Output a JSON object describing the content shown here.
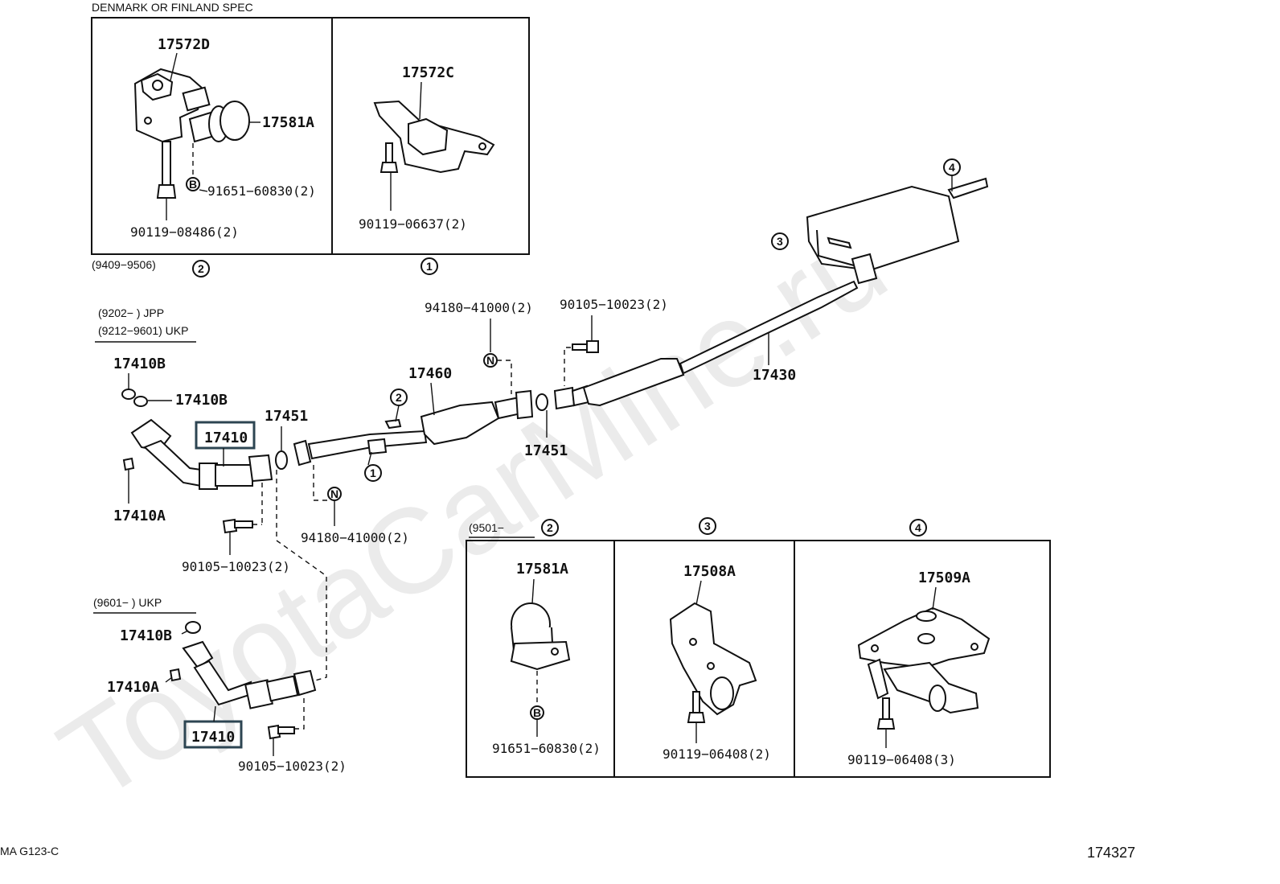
{
  "headers": {
    "denmark_spec": "DENMARK OR FINLAND SPEC",
    "date_9409": "(9409−9506)",
    "date_9202": "(9202−       ) JPP",
    "date_9212": "(9212−9601) UKP",
    "date_9601": "(9601−       ) UKP",
    "date_9501": "(9501−"
  },
  "circles": {
    "c1_top": "1",
    "c2_top": "2",
    "c1_pipe": "1",
    "c2_pipe": "2",
    "c3_tail": "3",
    "c4_tail": "4",
    "c2_box": "2",
    "c3_box": "3",
    "c4_box": "4",
    "b_top": "B",
    "b_box": "B",
    "n_top": "N",
    "n_bottom": "N"
  },
  "labels": {
    "p17572D": "17572D",
    "p17581A_top": "17581A",
    "p91651_top": "91651−60830(2)",
    "p90119_08486": "90119−08486(2)",
    "p17572C": "17572C",
    "p90119_06637": "90119−06637(2)",
    "p17410B_1": "17410B",
    "p17410B_2": "17410B",
    "p17410_1": "17410",
    "p17410A_1": "17410A",
    "p17451_1": "17451",
    "p90105_a": "90105−10023(2)",
    "p94180_bottom": "94180−41000(2)",
    "p17460": "17460",
    "p94180_top": "94180−41000(2)",
    "p90105_top": "90105−10023(2)",
    "p17451_2": "17451",
    "p17430": "17430",
    "p17410B_3": "17410B",
    "p17410A_2": "17410A",
    "p17410_2": "17410",
    "p90105_b": "90105−10023(2)",
    "p17581A_box": "17581A",
    "p91651_box": "91651−60830(2)",
    "p17508A": "17508A",
    "p90119_06408_2": "90119−06408(2)",
    "p17509A": "17509A",
    "p90119_06408_3": "90119−06408(3)"
  },
  "footer": {
    "code_left": "MA G123-C",
    "code_right": "174327"
  },
  "watermark": "ToyotaCarMine.ru"
}
